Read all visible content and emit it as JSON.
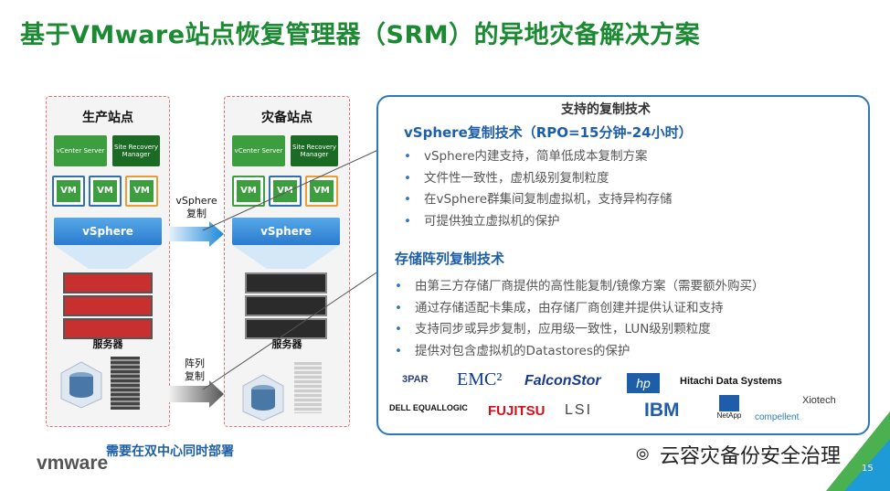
{
  "title": "基于VMware站点恢复管理器（SRM）的异地灾备解决方案",
  "production_site": {
    "title": "生产站点",
    "vcenter": "vCenter Server",
    "srm": "Site Recovery Manager",
    "vms": [
      "VM",
      "VM",
      "VM"
    ],
    "vsphere": "vSphere",
    "servers_label": "服务器"
  },
  "dr_site": {
    "title": "灾备站点",
    "vcenter": "vCenter Server",
    "srm": "Site Recovery Manager",
    "vms": [
      "VM",
      "VM",
      "VM"
    ],
    "vsphere": "vSphere",
    "servers_label": "服务器"
  },
  "arrows": {
    "vsphere_replication": "vSphere 复制",
    "array_replication": "阵列 复制"
  },
  "footer_note": "需要在双中心同时部署",
  "panel": {
    "heading": "支持的复制技术",
    "section1": {
      "title": "vSphere复制技术（RPO=15分钟-24小时）",
      "bullets": [
        "vSphere内建支持，简单低成本复制方案",
        "文件性一致性，虚机级别复制粒度",
        "在vSphere群集间复制虚拟机，支持异构存储",
        "可提供独立虚拟机的保护"
      ]
    },
    "section2": {
      "title": "存储阵列复制技术",
      "bullets": [
        "由第三方存储厂商提供的高性能复制/镜像方案（需要额外购买）",
        "通过存储适配卡集成，由存储厂商创建并提供认证和支持",
        "支持同步或异步复制，应用级一致性，LUN级别颗粒度",
        "提供对包含虚拟机的Datastores的保护"
      ]
    },
    "vendors": [
      "3PAR",
      "EMC²",
      "FalconStor",
      "hp",
      "Hitachi Data Systems",
      "Xiotech",
      "DELL EQUALLOGIC",
      "FUJITSU",
      "LSI",
      "IBM",
      "NetApp",
      "compellent"
    ]
  },
  "vmware_logo": "vmware",
  "watermark": "云容灾备份安全治理",
  "page_number": "15",
  "colors": {
    "title_green": "#1b8a32",
    "accent_blue": "#2c77b8",
    "vm_green": "#3d9e3f"
  }
}
